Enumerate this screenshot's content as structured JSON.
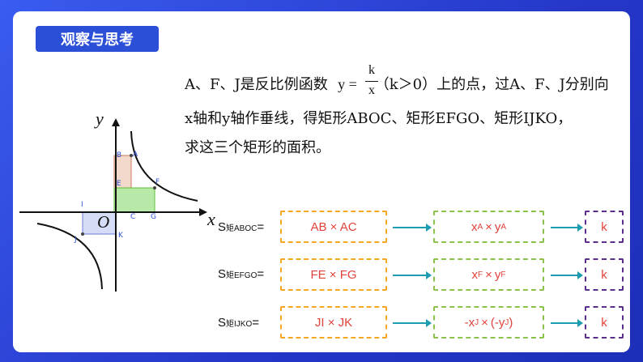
{
  "title": "观察与思考",
  "paragraph": {
    "line1_a": "A、F、J是反比例函数",
    "line1_b": "y =",
    "frac_num": "k",
    "frac_den": "x",
    "line1_c": "（k＞0）上的点，过A、F、J分别向",
    "line2": "x轴和y轴作垂线，得矩形ABOC、矩形EFGO、矩形IJKO，",
    "line3": "求这三个矩形的面积。"
  },
  "graph": {
    "axis_x": "x",
    "axis_y": "y",
    "origin": "O",
    "points": [
      "A",
      "B",
      "C",
      "E",
      "F",
      "G",
      "I",
      "J",
      "K"
    ]
  },
  "rows": [
    {
      "s_main": "S",
      "s_sub": "矩ABOC",
      "s_eq": "=",
      "expr": "AB × AC",
      "coord_1": "x",
      "coord_1_sub": "A",
      "coord_op": "×",
      "coord_2": "y",
      "coord_2_sub": "A",
      "coord_tail": "",
      "result": "k"
    },
    {
      "s_main": "S",
      "s_sub": "矩EFGO",
      "s_eq": "=",
      "expr": "FE × FG",
      "coord_1": "x",
      "coord_1_sub": "F",
      "coord_op": "×",
      "coord_2": "y",
      "coord_2_sub": "F",
      "coord_tail": "",
      "result": "k"
    },
    {
      "s_main": "S",
      "s_sub": "矩IJKO",
      "s_eq": "=",
      "expr": "JI × JK",
      "coord_1": "-x",
      "coord_1_sub": "J",
      "coord_op": "×",
      "coord_2": "(-y",
      "coord_2_sub": "J",
      "coord_tail": ")",
      "result": "k"
    }
  ],
  "colors": {
    "background": "#2f4bd6",
    "title_bg": "#2c4fd8",
    "expr_text": "#e2423b",
    "orange_border": "#f5a623",
    "green_border": "#8bc34a",
    "purple_border": "#5b2d8c",
    "arrow": "#1d9bb0"
  }
}
